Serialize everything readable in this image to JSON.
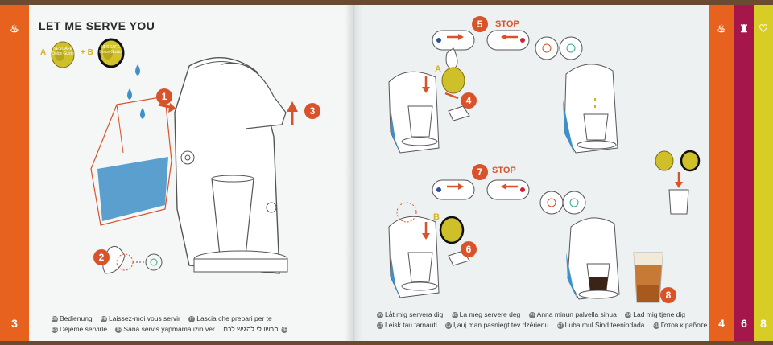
{
  "title": "LET ME SERVE YOU",
  "page_left": "3",
  "tabs": [
    "4",
    "6",
    "8"
  ],
  "capsule_labels": {
    "a": "A",
    "plus_b": "+ B",
    "a_small": "A",
    "b_small": "B"
  },
  "brand_text": "NESCAFÉ Dolce Gusto",
  "steps": [
    "1",
    "2",
    "3",
    "4",
    "5",
    "6",
    "7",
    "8"
  ],
  "stop": "STOP",
  "left_captions": [
    {
      "code": "DE",
      "text": "Bedienung"
    },
    {
      "code": "FR",
      "text": "Laissez-moi vous servir"
    },
    {
      "code": "IT",
      "text": "Lascia che prepari per te"
    },
    {
      "code": "ES",
      "text": "Déjeme servirle"
    },
    {
      "code": "TR",
      "text": "Sana servis yapmama izin ver"
    },
    {
      "code": "HE",
      "text": "הרשו לי להגיש לכם"
    }
  ],
  "right_captions": [
    {
      "code": "SV",
      "text": "Låt mig servera dig"
    },
    {
      "code": "NO",
      "text": "La meg servere deg"
    },
    {
      "code": "FI",
      "text": "Anna minun palvella sinua"
    },
    {
      "code": "DA",
      "text": "Lad mig tjene dig"
    },
    {
      "code": "LT",
      "text": "Leisk tau tarnauti"
    },
    {
      "code": "LV",
      "text": "Ļauj man pasniegt tev dzērienu"
    },
    {
      "code": "ET",
      "text": "Luba mul Sind teenindada"
    },
    {
      "code": "RU",
      "text": "Готов к работе"
    }
  ]
}
